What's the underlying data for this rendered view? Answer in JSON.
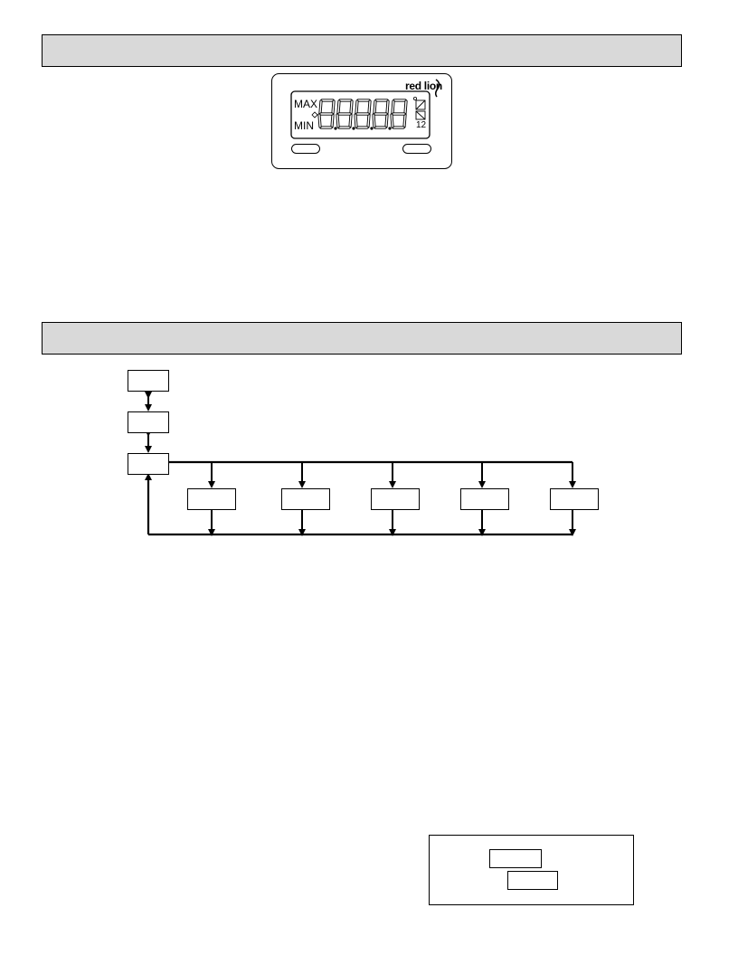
{
  "sections": [
    {
      "title": ""
    },
    {
      "title": ""
    }
  ],
  "meter": {
    "brand": "red lion",
    "label_max": "MAX",
    "label_min": "MIN",
    "display_digits": "8.8.8.8.8",
    "unit_label": "12"
  },
  "flow_diagram": {
    "main_boxes": [
      {
        "label": ""
      },
      {
        "label": ""
      },
      {
        "label": ""
      }
    ],
    "branch_boxes": [
      {
        "label": ""
      },
      {
        "label": ""
      },
      {
        "label": ""
      },
      {
        "label": ""
      },
      {
        "label": ""
      }
    ]
  },
  "mode_box": {
    "boxes": [
      {
        "label": ""
      },
      {
        "label": ""
      }
    ]
  }
}
